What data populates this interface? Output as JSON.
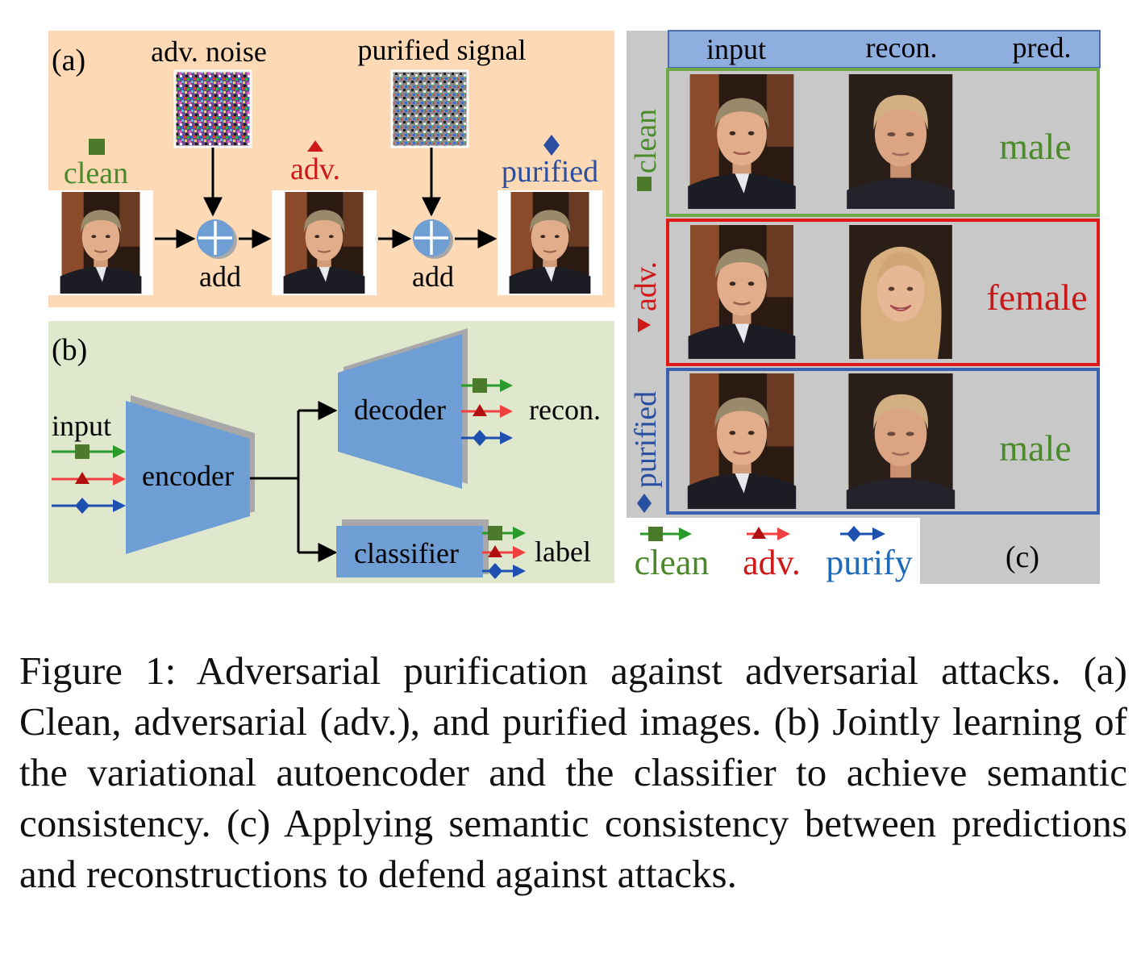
{
  "panel_a": {
    "label": "(a)",
    "noise_caption": "adv. noise",
    "signal_caption": "purified signal",
    "clean_label": "clean",
    "adv_label": "adv.",
    "purified_label": "purified",
    "add_label_1": "add",
    "add_label_2": "add"
  },
  "panel_b": {
    "label": "(b)",
    "input_label": "input",
    "encoder_label": "encoder",
    "decoder_label": "decoder",
    "classifier_label": "classifier",
    "recon_label": "recon.",
    "output_label": "label"
  },
  "panel_c": {
    "label": "(c)",
    "headers": [
      "input",
      "recon.",
      "pred."
    ],
    "rows": [
      {
        "side_label": "clean",
        "prediction": "male"
      },
      {
        "side_label": "adv.",
        "prediction": "female"
      },
      {
        "side_label": "purified",
        "prediction": "male"
      }
    ],
    "legend": {
      "clean": "clean",
      "adv": "adv.",
      "purify": "purify"
    }
  },
  "colors": {
    "clean": "#4a8a2a",
    "adv": "#d01818",
    "purified": "#2a4fa0",
    "panel_a_bg": "#fdd9b5",
    "panel_b_bg": "#dfe8cd",
    "block_blue": "#6f9ed4",
    "header_blue": "#8eaee0",
    "grey": "#c8c8c8"
  },
  "caption": "Figure 1: Adversarial purification against adversarial attacks. (a) Clean, adversarial (adv.), and purified images. (b) Jointly learning of the variational autoencoder and the classifier to achieve semantic consistency. (c) Applying semantic consistency between predictions and reconstructions to defend against attacks."
}
